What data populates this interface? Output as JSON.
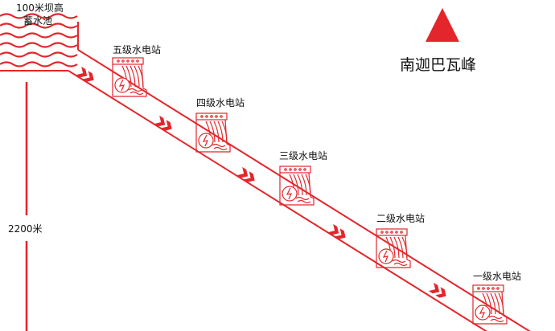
{
  "reservoir": {
    "line1": "100米坝高",
    "line2": "蓄水池"
  },
  "height_label": "2200米",
  "peak": {
    "name": "南迦巴瓦峰"
  },
  "stations": [
    {
      "label": "五级水电站"
    },
    {
      "label": "四级水电站"
    },
    {
      "label": "三级水电站"
    },
    {
      "label": "二级水电站"
    },
    {
      "label": "一级水电站"
    }
  ],
  "colors": {
    "accent": "#e3262b",
    "line": "#e3262b"
  }
}
